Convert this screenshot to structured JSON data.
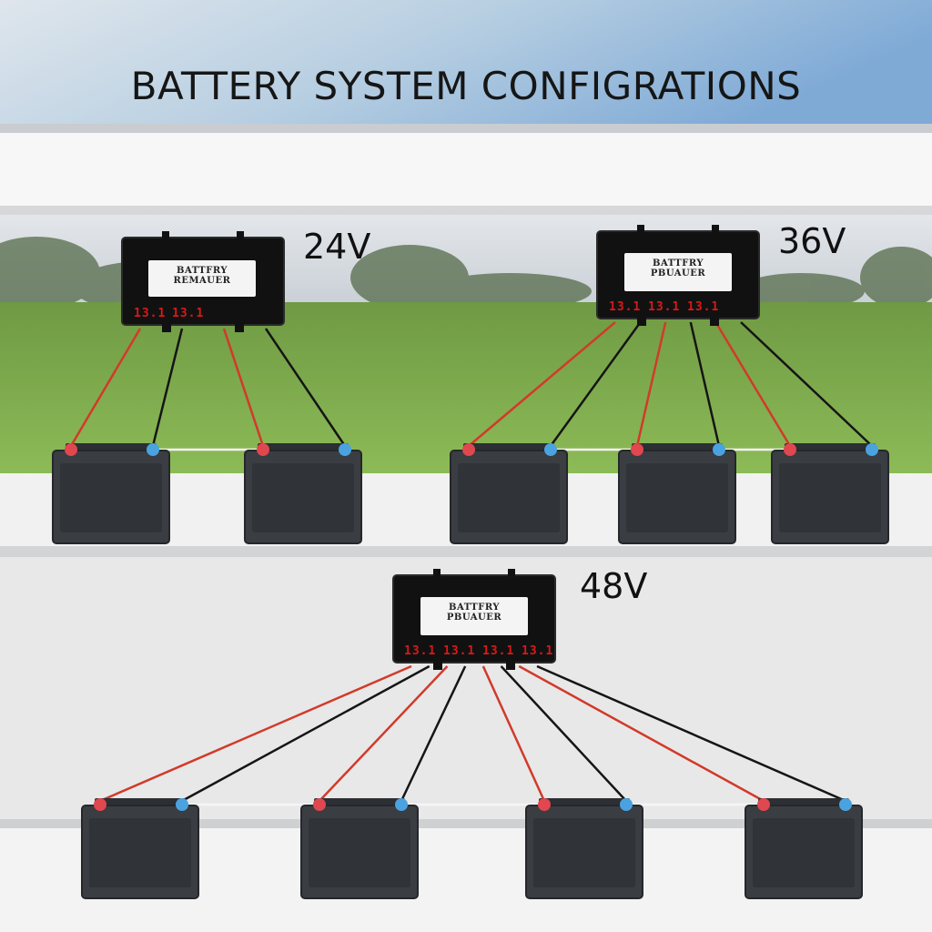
{
  "title": "BATTERY SYSTEM CONFIGRATIONS",
  "configs": [
    {
      "voltage": "24V",
      "balancer": {
        "name": "BATTFRY REMAUER",
        "displays": [
          "13.1",
          "13.1"
        ]
      },
      "battery_count": 2
    },
    {
      "voltage": "36V",
      "balancer": {
        "name": "BATTFRY PBUAUER",
        "displays": [
          "13.1",
          "13.1",
          "13.1"
        ]
      },
      "battery_count": 3
    },
    {
      "voltage": "48V",
      "balancer": {
        "name": "BATTFRY PBUAUER",
        "displays": [
          "13.1",
          "13.1",
          "13.1",
          "13.1"
        ]
      },
      "battery_count": 4
    }
  ],
  "colors": {
    "positive_wire": "#d23a2a",
    "negative_wire": "#151515",
    "positive_terminal": "#e0474f",
    "negative_terminal": "#4aa3e0",
    "battery_body": "#3a3d42",
    "balancer_body": "#111111",
    "led": "#d81a1a"
  }
}
